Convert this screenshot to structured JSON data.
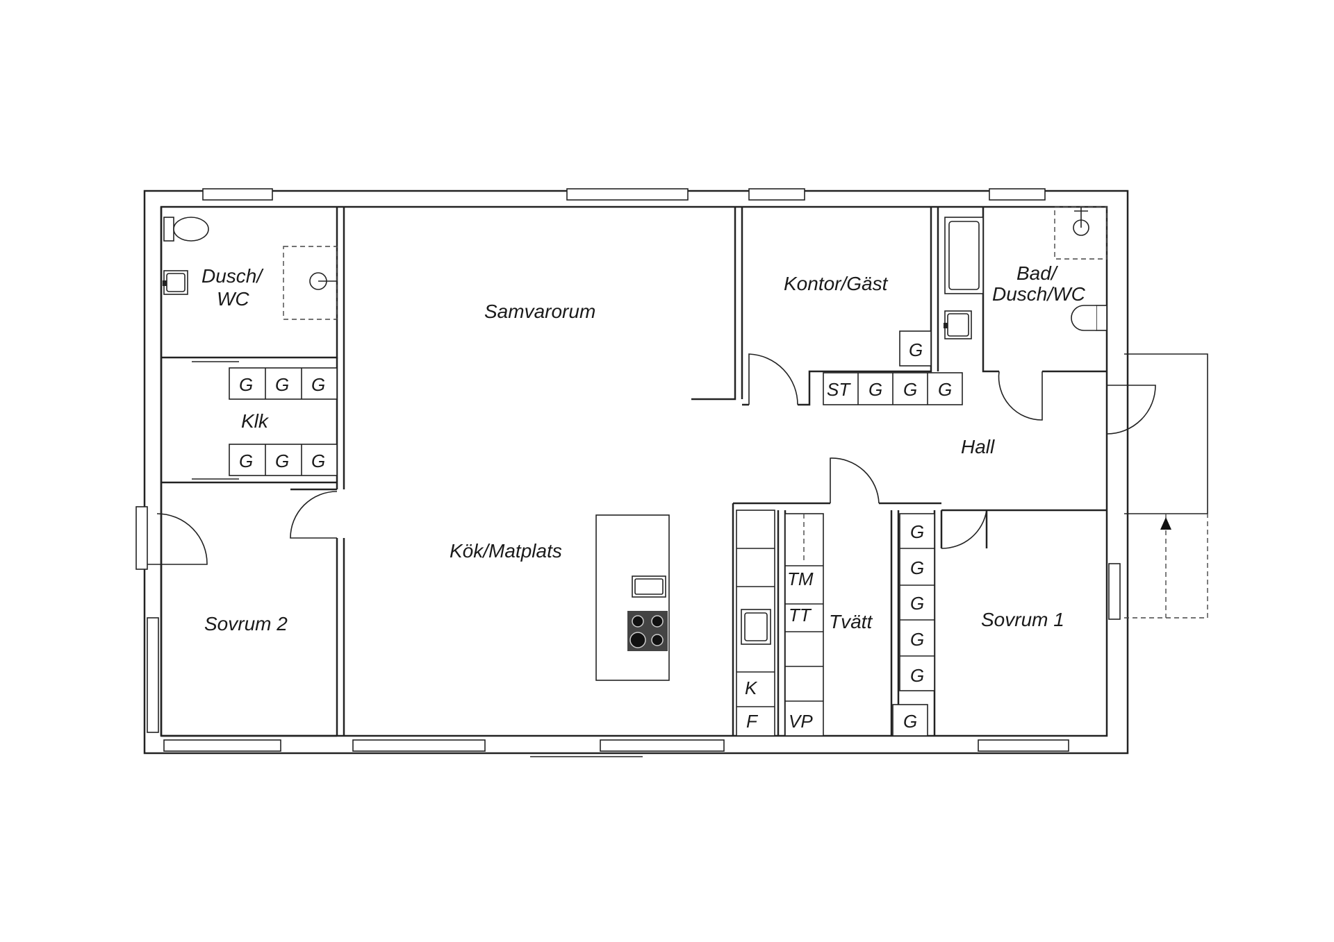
{
  "rooms": {
    "dusch_wc_1": "Dusch/",
    "dusch_wc_2": "WC",
    "samvarorum": "Samvarorum",
    "kontor": "Kontor/Gäst",
    "bad_1": "Bad/",
    "bad_2": "Dusch/WC",
    "klk": "Klk",
    "hall": "Hall",
    "kok": "Kök/Matplats",
    "sovrum2": "Sovrum 2",
    "tvatt": "Tvätt",
    "sovrum1": "Sovrum 1"
  },
  "units": {
    "wardrobe": "G",
    "storage": "ST",
    "dishwasher": "TM",
    "dryer": "TT",
    "fridge": "K",
    "freezer": "F",
    "water_heater": "VP"
  },
  "colors": {
    "line": "#222222",
    "background": "#ffffff",
    "stove": "#444444"
  }
}
